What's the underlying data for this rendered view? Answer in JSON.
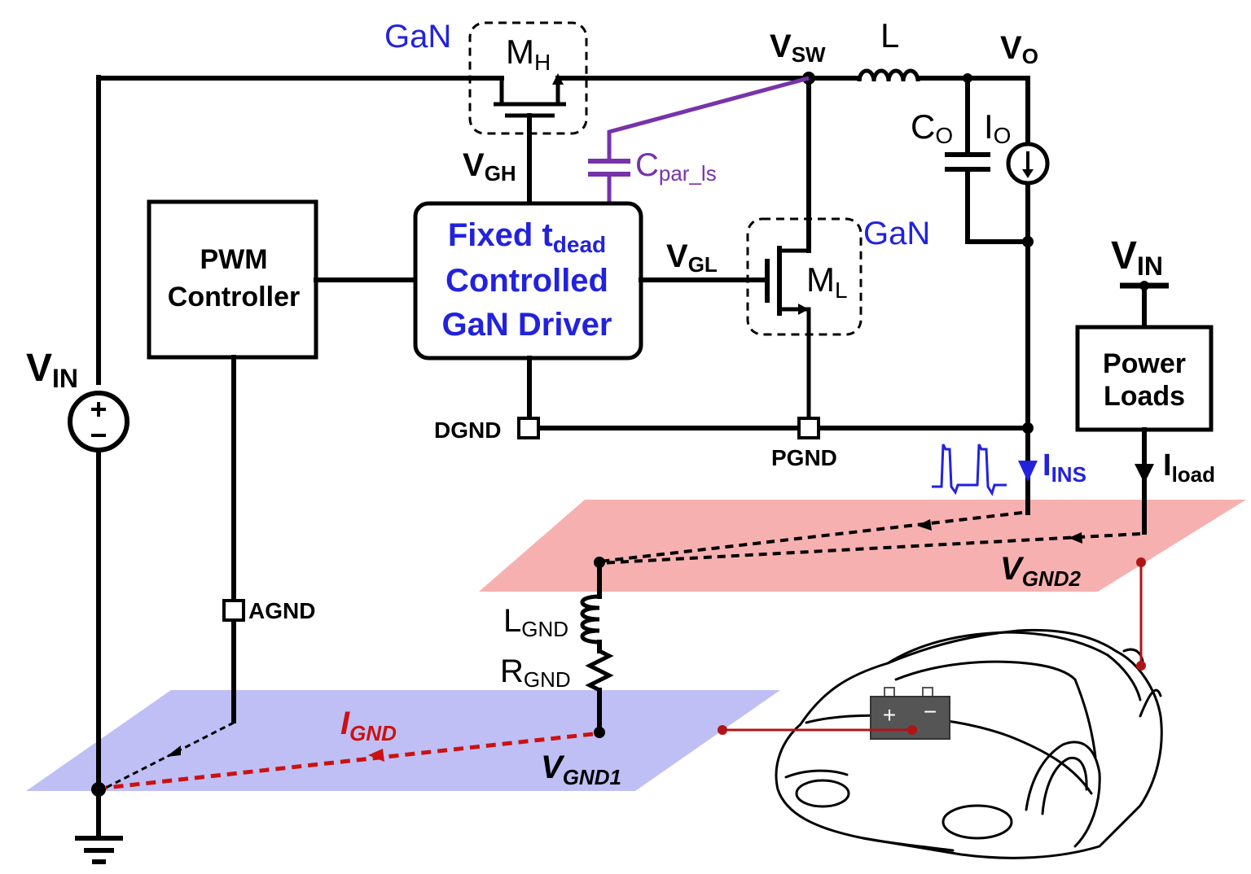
{
  "components": {
    "mh": {
      "vendor": "GaN",
      "name": "M",
      "sub": "H"
    },
    "ml": {
      "vendor": "GaN",
      "name": "M",
      "sub": "L"
    },
    "inductor": {
      "name": "L"
    },
    "co": {
      "name": "C",
      "sub": "O"
    },
    "io": {
      "name": "I",
      "sub": "O"
    },
    "cpar": {
      "name": "C",
      "sub": "par_ls"
    },
    "lgnd": {
      "name": "L",
      "sub": "GND"
    },
    "rgnd": {
      "name": "R",
      "sub": "GND"
    }
  },
  "nodes": {
    "vsw": {
      "name": "V",
      "sub": "SW"
    },
    "vo": {
      "name": "V",
      "sub": "O"
    },
    "vgh": {
      "name": "V",
      "sub": "GH"
    },
    "vgl": {
      "name": "V",
      "sub": "GL"
    },
    "vin_left": {
      "name": "V",
      "sub": "IN"
    },
    "vin_right": {
      "name": "V",
      "sub": "IN"
    },
    "dgnd": "DGND",
    "pgnd": "PGND",
    "agnd": "AGND",
    "vgnd1": {
      "name": "V",
      "sub": "GND1"
    },
    "vgnd2": {
      "name": "V",
      "sub": "GND2"
    }
  },
  "blocks": {
    "pwm": {
      "line1": "PWM",
      "line2": "Controller"
    },
    "driver": {
      "line1": "Fixed t",
      "line1_sub": "dead",
      "line2": "Controlled",
      "line3": "GaN Driver"
    },
    "loads": {
      "line1": "Power",
      "line2": "Loads"
    }
  },
  "currents": {
    "ins": {
      "name": "I",
      "sub": "INS"
    },
    "load": {
      "name": "I",
      "sub": "load"
    },
    "gnd": {
      "name": "I",
      "sub": "GND"
    }
  },
  "battery": {
    "plus": "+",
    "minus": "−"
  },
  "colors": {
    "text_blue": "#2222dd",
    "parasitic_purple": "#7733aa",
    "ground_current_red": "#cc1111",
    "plane_gnd1": "#bfbff5",
    "plane_gnd2": "#f7b0b0",
    "battery": "#555555"
  }
}
